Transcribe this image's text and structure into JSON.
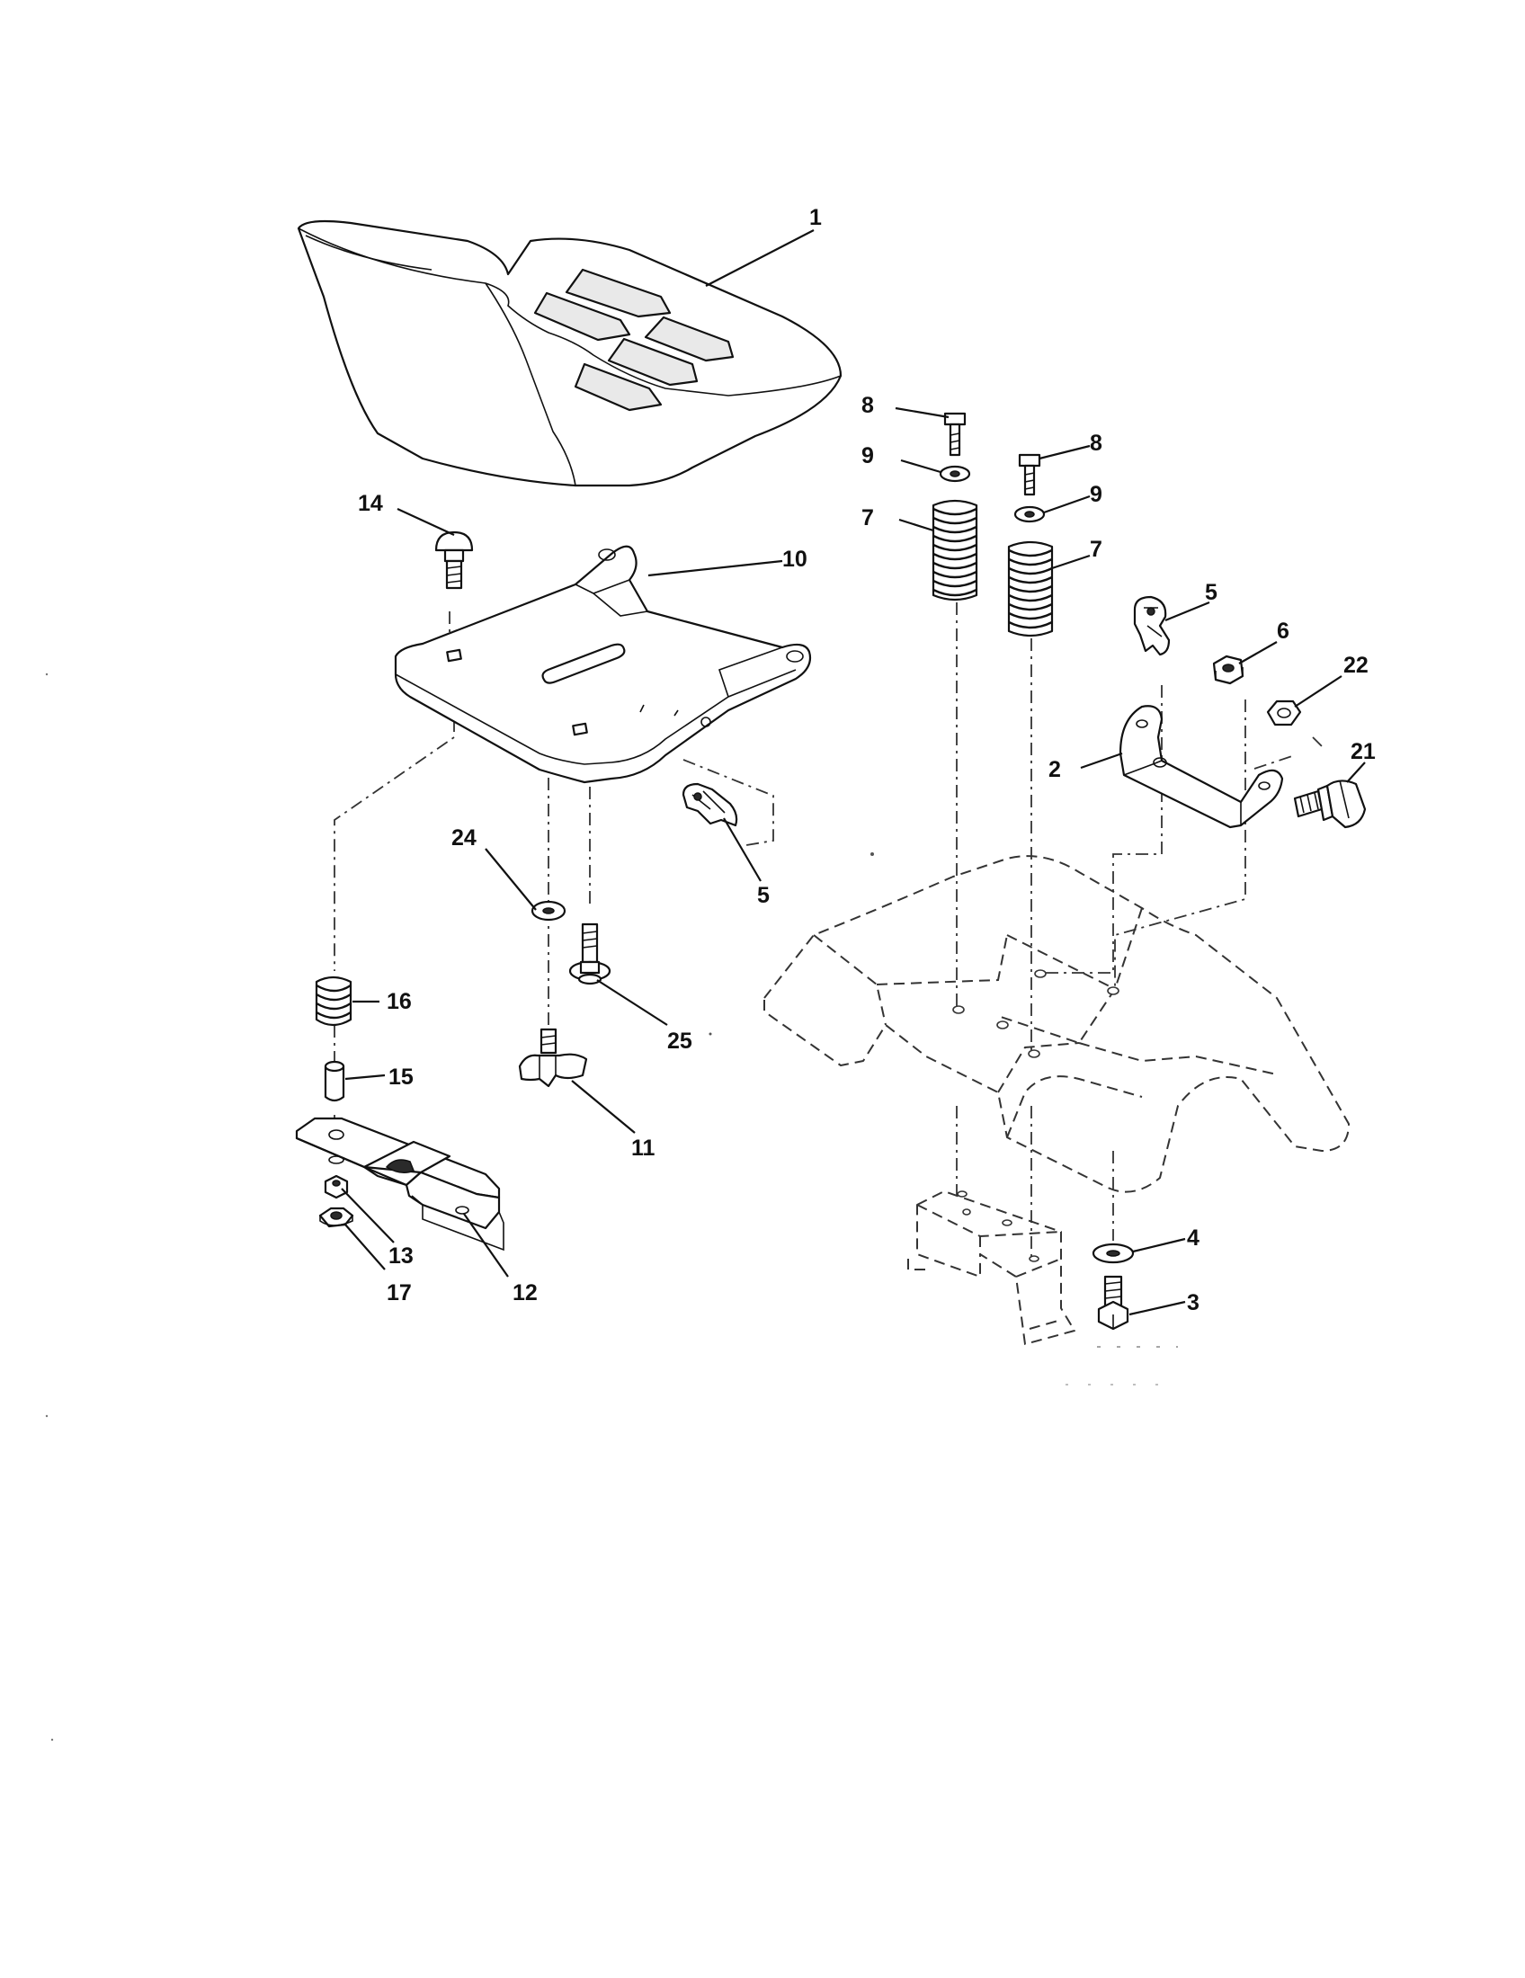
{
  "diagram": {
    "callouts": [
      {
        "id": "c1",
        "text": "1"
      },
      {
        "id": "c2",
        "text": "2"
      },
      {
        "id": "c3",
        "text": "3"
      },
      {
        "id": "c4",
        "text": "4"
      },
      {
        "id": "c5a",
        "text": "5"
      },
      {
        "id": "c5b",
        "text": "5"
      },
      {
        "id": "c6",
        "text": "6"
      },
      {
        "id": "c7a",
        "text": "7"
      },
      {
        "id": "c7b",
        "text": "7"
      },
      {
        "id": "c8a",
        "text": "8"
      },
      {
        "id": "c8b",
        "text": "8"
      },
      {
        "id": "c9a",
        "text": "9"
      },
      {
        "id": "c9b",
        "text": "9"
      },
      {
        "id": "c10",
        "text": "10"
      },
      {
        "id": "c11",
        "text": "11"
      },
      {
        "id": "c12",
        "text": "12"
      },
      {
        "id": "c13",
        "text": "13"
      },
      {
        "id": "c14",
        "text": "14"
      },
      {
        "id": "c15",
        "text": "15"
      },
      {
        "id": "c16",
        "text": "16"
      },
      {
        "id": "c17",
        "text": "17"
      },
      {
        "id": "c21",
        "text": "21"
      },
      {
        "id": "c22",
        "text": "22"
      },
      {
        "id": "c24",
        "text": "24"
      },
      {
        "id": "c25",
        "text": "25"
      }
    ]
  }
}
